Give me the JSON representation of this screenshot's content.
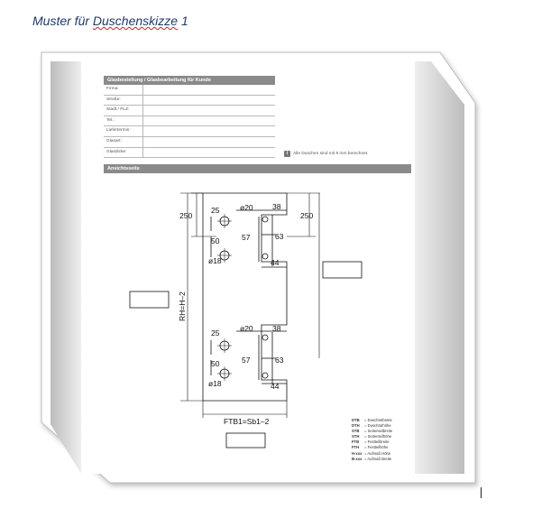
{
  "document": {
    "title_prefix": "Muster für ",
    "title_spell": "Duschenskizze",
    "title_suffix": " 1"
  },
  "form": {
    "header": "Glasbestellung / Glasbearbeitung für Kunde",
    "fields": [
      {
        "label": "Firma:"
      },
      {
        "label": "Straße:"
      },
      {
        "label": "Stadt / PLZ:"
      },
      {
        "label": "Tel.:"
      },
      {
        "label": "Liefertermin:"
      },
      {
        "label": "Glasart:"
      },
      {
        "label": "Glasdicke:"
      }
    ],
    "note": "Alle Duschen sind mit 8 mm berechnet."
  },
  "view": {
    "header": "Ansichtsseite",
    "dimensions": {
      "top_left": "250",
      "top_right": "250",
      "hole_offset_top": "25",
      "hole_offset_bottom": "25",
      "hole_spacing_top": "50",
      "hole_spacing_bottom": "50",
      "hole_dia_small_top": "ø18",
      "hole_dia_small_bottom": "ø18",
      "hole_dia_large_top": "ø20",
      "hole_dia_large_bottom": "ø20",
      "notch_w_top": "38",
      "notch_w_bottom": "38",
      "notch_h_top": "57",
      "notch_h_bottom": "57",
      "notch_mid_top": "63",
      "notch_mid_bottom": "63",
      "notch_depth_top": "44",
      "notch_depth_bottom": "44",
      "height_label": "RH=H–2",
      "width_label": "FTB1=Sb1–2"
    },
    "legend": [
      {
        "abbr": "DTB",
        "text": "= Duschtürbreite"
      },
      {
        "abbr": "DTH",
        "text": "= Duschtürhöhe"
      },
      {
        "abbr": "STB",
        "text": "= Seitenteilbreite"
      },
      {
        "abbr": "STH",
        "text": "= Seitenteilhöhe"
      },
      {
        "abbr": "FTB",
        "text": "= Festteilbreite"
      },
      {
        "abbr": "FTH",
        "text": "= Festteilhöhe"
      },
      {
        "abbr": "H-xxx",
        "text": "= Aufmaß Höhe"
      },
      {
        "abbr": "B-xxx",
        "text": "= Aufmaß Breite"
      }
    ]
  },
  "colors": {
    "header_gray": "#8a8a8a",
    "title_blue": "#1f3a6e",
    "spell_red": "#d02020"
  }
}
